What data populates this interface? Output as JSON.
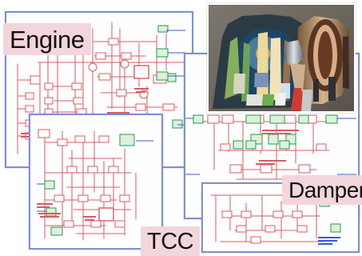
{
  "labels": {
    "engine": "Engine",
    "tcc": "TCC",
    "damper": "Damper"
  },
  "colors": {
    "sheet_border": "#7f8fd9",
    "label_bg": "#f3d6dc",
    "diagram_red": "#d85b63",
    "diagram_blue": "#385bd2",
    "diagram_green": "#1f9b4a"
  },
  "image": {
    "photo": "damper cutaway illustration"
  }
}
